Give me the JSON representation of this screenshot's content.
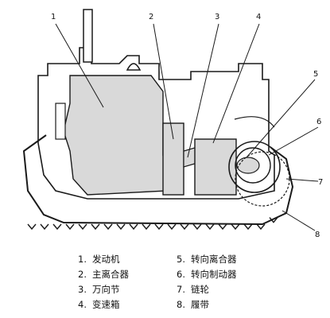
{
  "diagram": {
    "callouts": [
      "1",
      "2",
      "3",
      "4",
      "5",
      "6",
      "7",
      "8"
    ],
    "legend": [
      {
        "num": "1.",
        "label": "发动机"
      },
      {
        "num": "2.",
        "label": "主离合器"
      },
      {
        "num": "3.",
        "label": "万向节"
      },
      {
        "num": "4.",
        "label": "变速箱"
      },
      {
        "num": "5.",
        "label": "转向离合器"
      },
      {
        "num": "6.",
        "label": "转向制动器"
      },
      {
        "num": "7.",
        "label": "链轮"
      },
      {
        "num": "8.",
        "label": "履带"
      }
    ],
    "colors": {
      "line": "#1a1a1a",
      "component_fill": "#d9d9d9",
      "background": "#ffffff"
    }
  }
}
